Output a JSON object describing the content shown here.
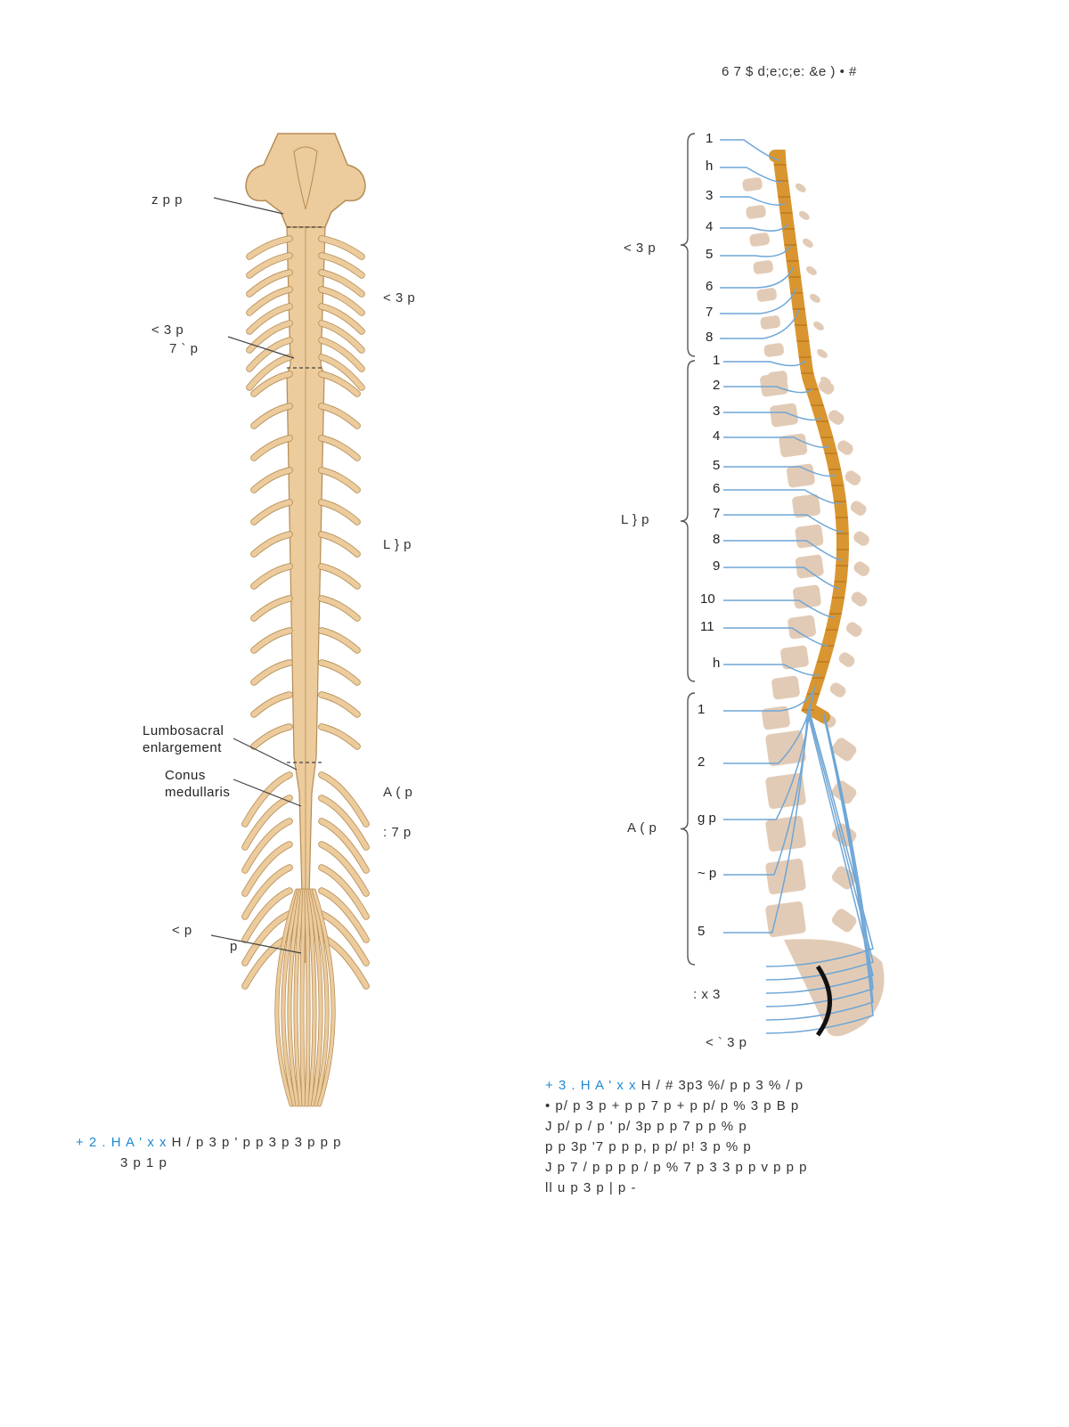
{
  "header": {
    "text": "6 7     $ d;e;c;e:      &e      )           • #"
  },
  "left_figure": {
    "labels": {
      "brainstem": "z        p  p",
      "cervical_nerves": "<       3 p",
      "cervical_enlargement_line1": "<       3 p",
      "cervical_enlargement_line2": "7 `      p",
      "thoracic_nerves": "L }       p",
      "lumbosacral_enlargement": "Lumbosacral\nenlargement",
      "conus_medullaris": "Conus\nmedullaris",
      "lumbar_nerves": "A     (     p",
      "sacral_nerves": ":     7 p",
      "cauda_equina_line1": "<       p",
      "cauda_equina_line2": "p"
    },
    "caption_figno": "+ 2 . H  A ' x x",
    "caption_line1": "H   /           p  3 p  ' p p  3        p     3 p p   p",
    "caption_line2": "3 p   1 p"
  },
  "right_figure": {
    "labels": {
      "cervical": "<       3 p",
      "thoracic": "L }       p",
      "lumbar": "A     (     p",
      "coccygeal": ": x    3",
      "sacral": "<       `    3 p"
    },
    "cervical_numbers": [
      "1",
      "h",
      "3",
      "4",
      "5",
      "6",
      "7",
      "8"
    ],
    "thoracic_numbers": [
      "1",
      "2",
      "3",
      "4",
      "5",
      "6",
      "7",
      "8",
      "9",
      "10",
      "11",
      "h"
    ],
    "lumbar_numbers": [
      "1",
      "2",
      "g p",
      "~ p",
      "5"
    ],
    "caption_figno": "+ 3 . H  A ' x x",
    "caption_lines": [
      "H   /         # 3p3          %/ p p  3      %   /      p",
      "•     p/   p      3 p      + p p      7 p + p  p/   p   %   3 p  B p",
      "J     p/   p        / p  '      p/  3p         p p       7 p p      %  p",
      "p    p         3p  '7 p  p      p,     p   p/   p!       3 p    %   p",
      "J     p 7   / p  p            p p  /   p      %   7 p  3   3 p p  v p p p",
      "ll u p       3 p  | p  -"
    ]
  },
  "colors": {
    "cord": "#eccb9c",
    "cord_stroke": "#b58c55",
    "nerve_blue": "#6fa6d6",
    "bone": "#e2cbb6",
    "spinal_orange": "#d9952f",
    "accent": "#1f8ad1"
  }
}
